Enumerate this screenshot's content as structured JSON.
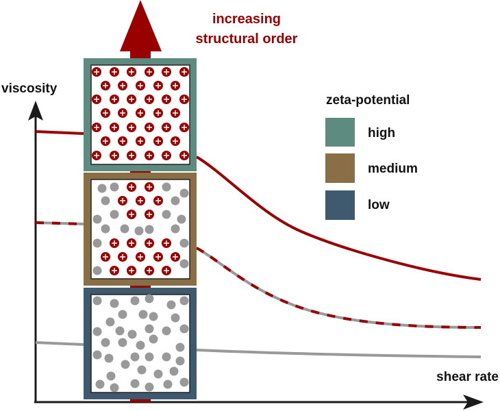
{
  "title_lines": [
    "increasing",
    "structural order"
  ],
  "axes": {
    "y_label": "viscosity",
    "x_label": "shear rate"
  },
  "legend": {
    "title": "zeta-potential",
    "items": [
      {
        "label": "high",
        "color": "#5e8b80"
      },
      {
        "label": "medium",
        "color": "#8a6e45"
      },
      {
        "label": "low",
        "color": "#3f5a6e"
      }
    ]
  },
  "colors": {
    "accent": "#990000",
    "particle_neutral": "#999999",
    "axis": "#1a1a1a"
  },
  "icons": {
    "charged_particle": "plus-circle-icon",
    "neutral_particle": "gray-dot-icon"
  }
}
